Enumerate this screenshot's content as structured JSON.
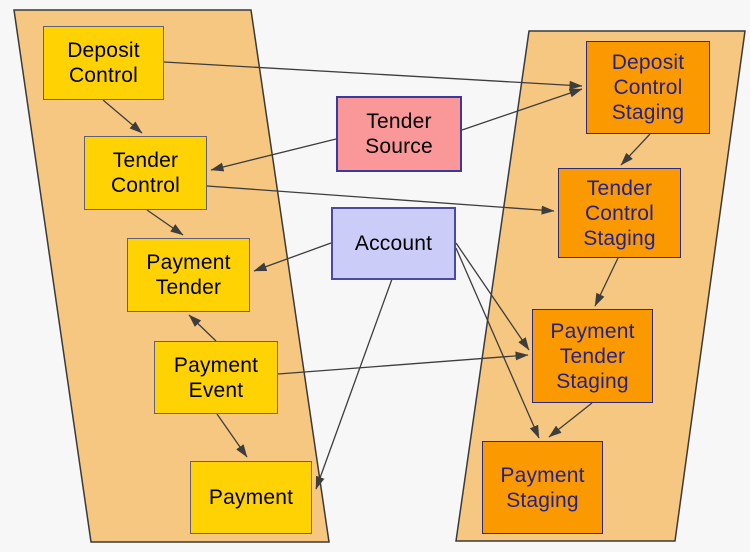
{
  "diagram": {
    "colors": {
      "background": "#f7f7f7",
      "panel_fill": "#f6c780",
      "panel_border": "#3a3a3a",
      "core_fill": "#ffd303",
      "core_border": "#5f5f7e",
      "staging_fill": "#fb9900",
      "staging_border": "#2a2a85",
      "staging_text": "#22228a",
      "source_fill": "#fa9899",
      "source_border": "#3a3a9e",
      "account_fill": "#ccccf8",
      "account_border": "#4a4a9e",
      "line": "#3d3d3d",
      "text": "#000000"
    },
    "nodes": [
      {
        "id": "deposit-control",
        "label": "Deposit Control",
        "kind": "core"
      },
      {
        "id": "tender-control",
        "label": "Tender Control",
        "kind": "core"
      },
      {
        "id": "payment-tender",
        "label": "Payment Tender",
        "kind": "core"
      },
      {
        "id": "payment-event",
        "label": "Payment Event",
        "kind": "core"
      },
      {
        "id": "payment",
        "label": "Payment",
        "kind": "core"
      },
      {
        "id": "tender-source",
        "label": "Tender Source",
        "kind": "source"
      },
      {
        "id": "account",
        "label": "Account",
        "kind": "account"
      },
      {
        "id": "deposit-control-staging",
        "label": "Deposit Control Staging",
        "kind": "staging"
      },
      {
        "id": "tender-control-staging",
        "label": "Tender Control Staging",
        "kind": "staging"
      },
      {
        "id": "payment-tender-staging",
        "label": "Payment Tender Staging",
        "kind": "staging"
      },
      {
        "id": "payment-staging",
        "label": "Payment Staging",
        "kind": "staging"
      }
    ],
    "edges": [
      {
        "from": "deposit-control",
        "to": "tender-control"
      },
      {
        "from": "deposit-control",
        "to": "deposit-control-staging"
      },
      {
        "from": "tender-source",
        "to": "tender-control"
      },
      {
        "from": "tender-source",
        "to": "deposit-control-staging"
      },
      {
        "from": "tender-control",
        "to": "payment-tender"
      },
      {
        "from": "tender-control",
        "to": "tender-control-staging"
      },
      {
        "from": "deposit-control-staging",
        "to": "tender-control-staging"
      },
      {
        "from": "tender-control-staging",
        "to": "payment-tender-staging"
      },
      {
        "from": "payment-event",
        "to": "payment-tender"
      },
      {
        "from": "payment-event",
        "to": "payment"
      },
      {
        "from": "payment-event",
        "to": "payment-tender-staging"
      },
      {
        "from": "payment-tender-staging",
        "to": "payment-staging"
      },
      {
        "from": "account",
        "to": "payment-tender"
      },
      {
        "from": "account",
        "to": "payment"
      },
      {
        "from": "account",
        "to": "payment-tender-staging"
      },
      {
        "from": "account",
        "to": "payment-staging"
      }
    ]
  }
}
